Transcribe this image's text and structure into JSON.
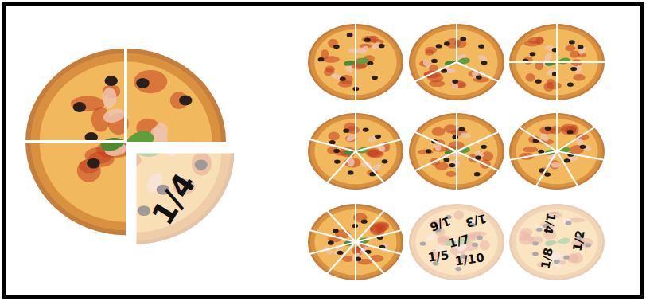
{
  "diagram": {
    "labels": [
      "1/4",
      "1/6",
      "1/3",
      "1/7",
      "1/5",
      "1/10",
      "1/4",
      "1/2",
      "1/8"
    ]
  }
}
